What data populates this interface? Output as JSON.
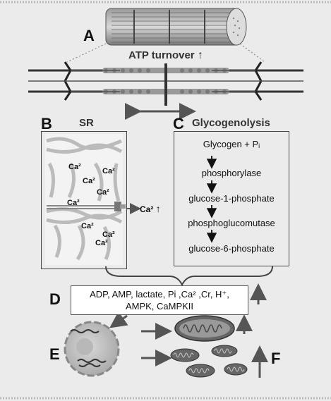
{
  "panels": {
    "a": {
      "letter": "A",
      "label": "ATP turnover",
      "arrow": "↑"
    },
    "b": {
      "letter": "B",
      "title": "SR",
      "ca_labels": [
        "Ca²",
        "Ca²",
        "Ca²",
        "Ca²",
        "Ca²",
        "Ca²",
        "Ca²",
        "Ca²"
      ],
      "release_label": "Ca²",
      "release_arrow": "↑"
    },
    "c": {
      "letter": "C",
      "title": "Glycogenolysis",
      "steps": [
        "Glycogen + Pᵢ",
        "phosphorylase",
        "glucose-1-phosphate",
        "phosphoglucomutase",
        "glucose-6-phosphate"
      ]
    },
    "d": {
      "letter": "D",
      "line1": "ADP, AMP, lactate, Pi ,Ca² ,Cr, H⁺,",
      "line2": "AMPK, CaMPKII"
    },
    "e": {
      "letter": "E"
    },
    "f": {
      "letter": "F"
    }
  },
  "colors": {
    "background": "#ebebeb",
    "box_border": "#444444",
    "arrow": "#555555",
    "dark": "#222222"
  }
}
